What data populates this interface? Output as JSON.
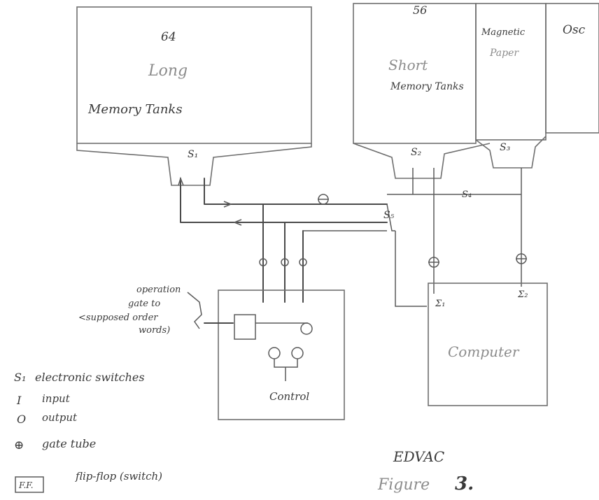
{
  "diagram": {
    "long_memory": {
      "count": "64",
      "kind": "Long",
      "name": "Memory Tanks"
    },
    "short_memory": {
      "count": "56",
      "kind": "Short",
      "name": "Memory Tanks"
    },
    "magnetic": {
      "line1": "Magnetic",
      "line2": "Paper"
    },
    "osc": "Osc",
    "switch_labels": {
      "s1": "S₁",
      "s2": "S₂",
      "s3": "S₃",
      "s4": "S₄",
      "s5": "S₅"
    },
    "gate_note": {
      "line1": "operation",
      "line2": "gate to",
      "line3": "<supposed order",
      "line4": "words)"
    },
    "control_label": "Control",
    "computer_label": "Computer",
    "legend": [
      {
        "symbol": "S₁",
        "text": "electronic switches"
      },
      {
        "symbol": "I",
        "text": "input"
      },
      {
        "symbol": "O",
        "text": "output"
      },
      {
        "symbol": "⊕",
        "text": "gate tube"
      },
      {
        "symbol": "F.F.",
        "text": "flip-flop (switch)"
      }
    ],
    "footer": {
      "machine": "EDVAC",
      "figure_word": "Figure",
      "figure_number": "3."
    }
  },
  "colors": {
    "paper": "#ffffff",
    "ink": "#4a4a4a",
    "faint_ink": "#8c8c8c"
  }
}
